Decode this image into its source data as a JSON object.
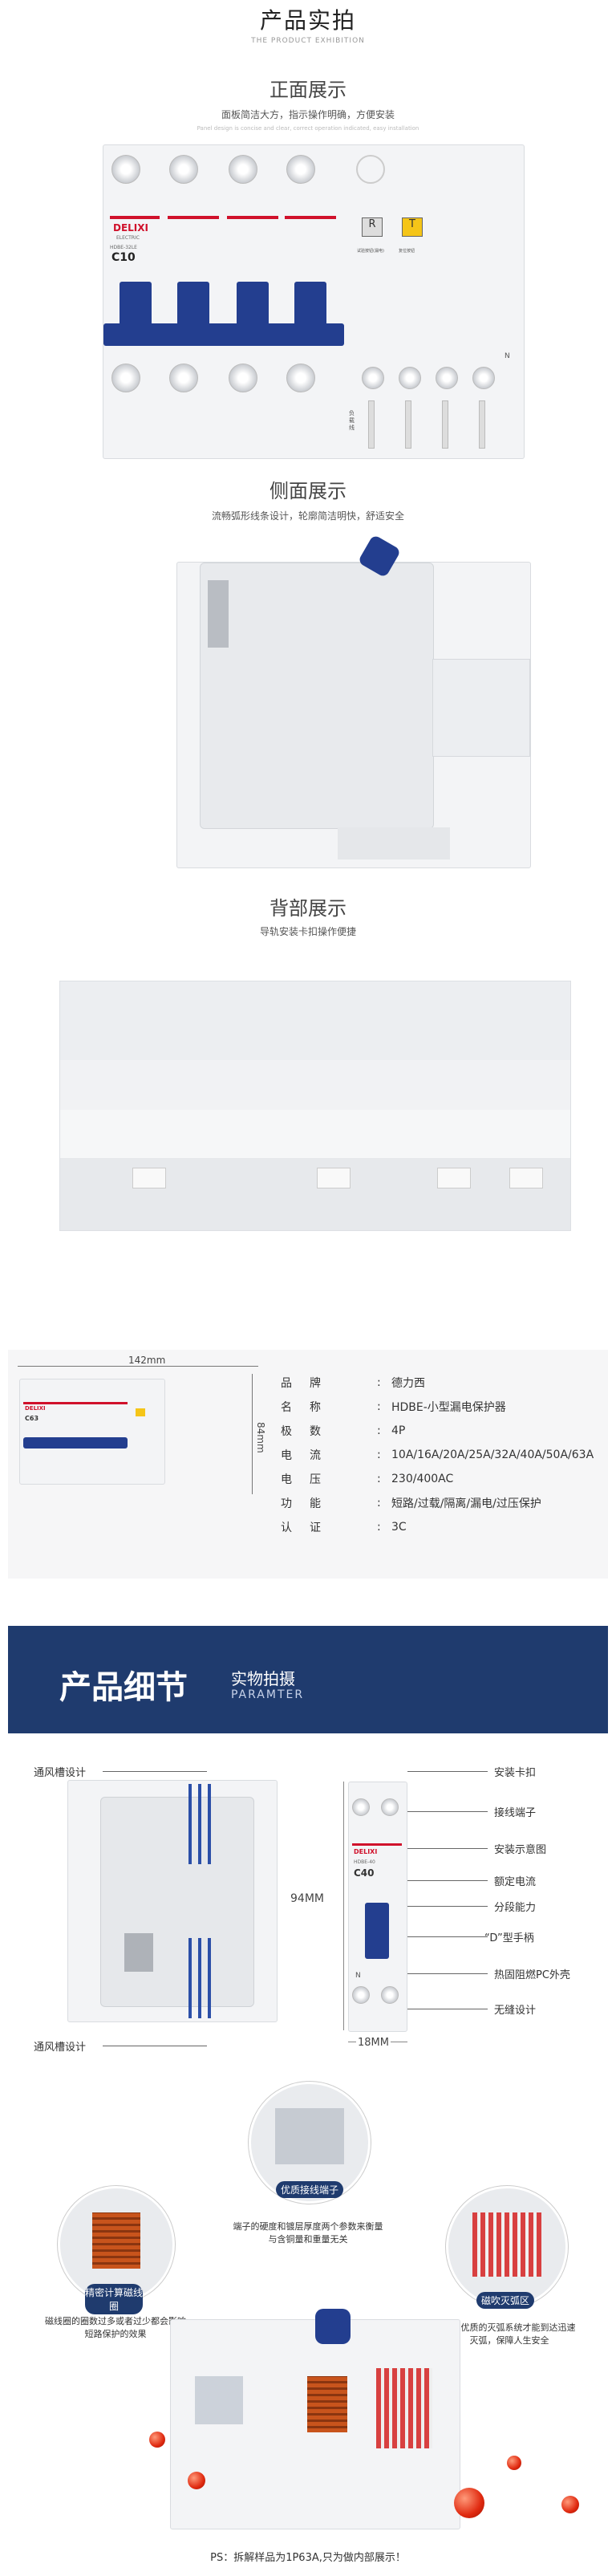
{
  "header": {
    "title": "产品实拍",
    "subtitle": "THE PRODUCT EXHIBITION"
  },
  "front": {
    "title": "正面展示",
    "desc": "面板简洁大方，指示操作明确，方便安装",
    "desc_en": "Panel design is concise and clear, correct operation indicated, easy installation",
    "device": {
      "brand": "DELIXI",
      "brand_sub": "ELECTRIC",
      "model": "HDBE-32LE",
      "rating": "C10",
      "r_label": "R",
      "t_label": "T",
      "r_text": "试验按钮(漏电)",
      "t_text": "复位按钮",
      "n_label": "N",
      "bottom_text": "负载 线"
    }
  },
  "side": {
    "title": "侧面展示",
    "desc": "流畅弧形线条设计，轮廓简洁明快，舒适安全"
  },
  "back": {
    "title": "背部展示",
    "desc": "导轨安装卡扣操作便捷"
  },
  "specs": {
    "width_label": "142mm",
    "height_label": "84mm",
    "device_brand": "DELIXI",
    "device_rating": "C63",
    "rows": [
      {
        "key": "品牌",
        "value": "德力西"
      },
      {
        "key": "名称",
        "value": "HDBE-小型漏电保护器"
      },
      {
        "key": "极数",
        "value": "4P"
      },
      {
        "key": "电流",
        "value": "10A/16A/20A/25A/32A/40A/50A/63A"
      },
      {
        "key": "电压",
        "value": "230/400AC"
      },
      {
        "key": "功能",
        "value": "短路/过载/隔离/漏电/过压保护"
      },
      {
        "key": "认证",
        "value": "3C"
      }
    ]
  },
  "banner": {
    "title": "产品细节",
    "sub1": "实物拍摄",
    "sub2": "PARAMTER"
  },
  "details": {
    "vent_top": "通风槽设计",
    "vent_bottom": "通风槽设计",
    "dim_h": "94MM",
    "dim_w": "18MM",
    "device_brand": "DELIXI",
    "device_model": "HDBE-40",
    "device_rating": "C40",
    "device_n": "N",
    "callouts": [
      "安装卡扣",
      "接线端子",
      "安装示意图",
      "额定电流",
      "分段能力",
      "“D”型手柄",
      "热固阻燃PC外壳",
      "无缝设计"
    ]
  },
  "features": {
    "f1_pill": "优质接线端子",
    "f1_text": "端子的硬度和镀层厚度两个参数来衡量与含铜量和重量无关",
    "f2_pill": "精密计算磁线圈",
    "f2_text": "磁线圈的圈数过多或者过少都会影响短路保护的效果",
    "f3_pill": "磁吹灭弧区",
    "f3_text": "只有优质的灭弧系统才能到达迅速灭弧，保障人生安全"
  },
  "footer": {
    "note": "PS：拆解样品为1P63A,只为做内部展示！"
  },
  "colors": {
    "brand_red": "#d0112b",
    "handle_blue": "#233e8f",
    "banner_navy": "#1f3b6e"
  }
}
